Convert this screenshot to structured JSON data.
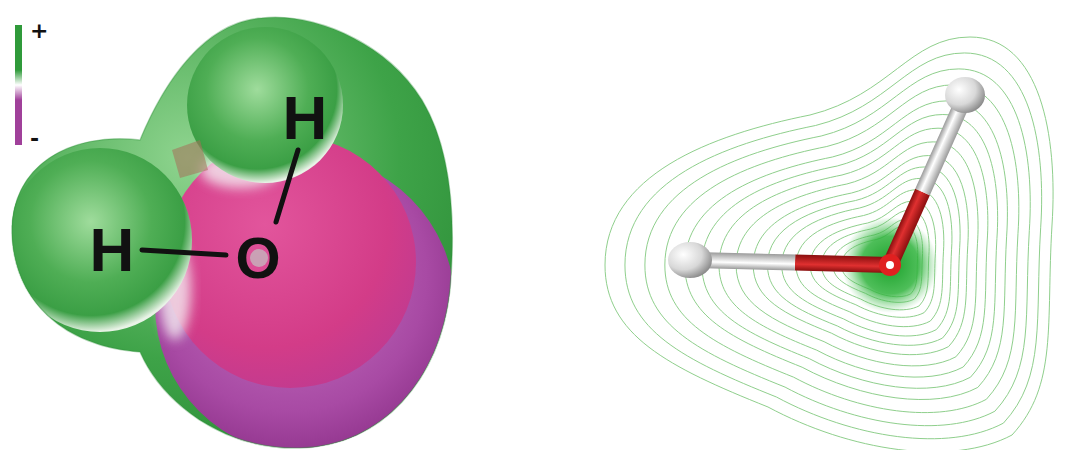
{
  "diagram": {
    "labels": [
      "H",
      "H",
      "O"
    ],
    "legend": [
      {
        "text": "+",
        "color": "#2f9a3a"
      },
      {
        "text": "-",
        "color": "#a0409a"
      }
    ]
  }
}
